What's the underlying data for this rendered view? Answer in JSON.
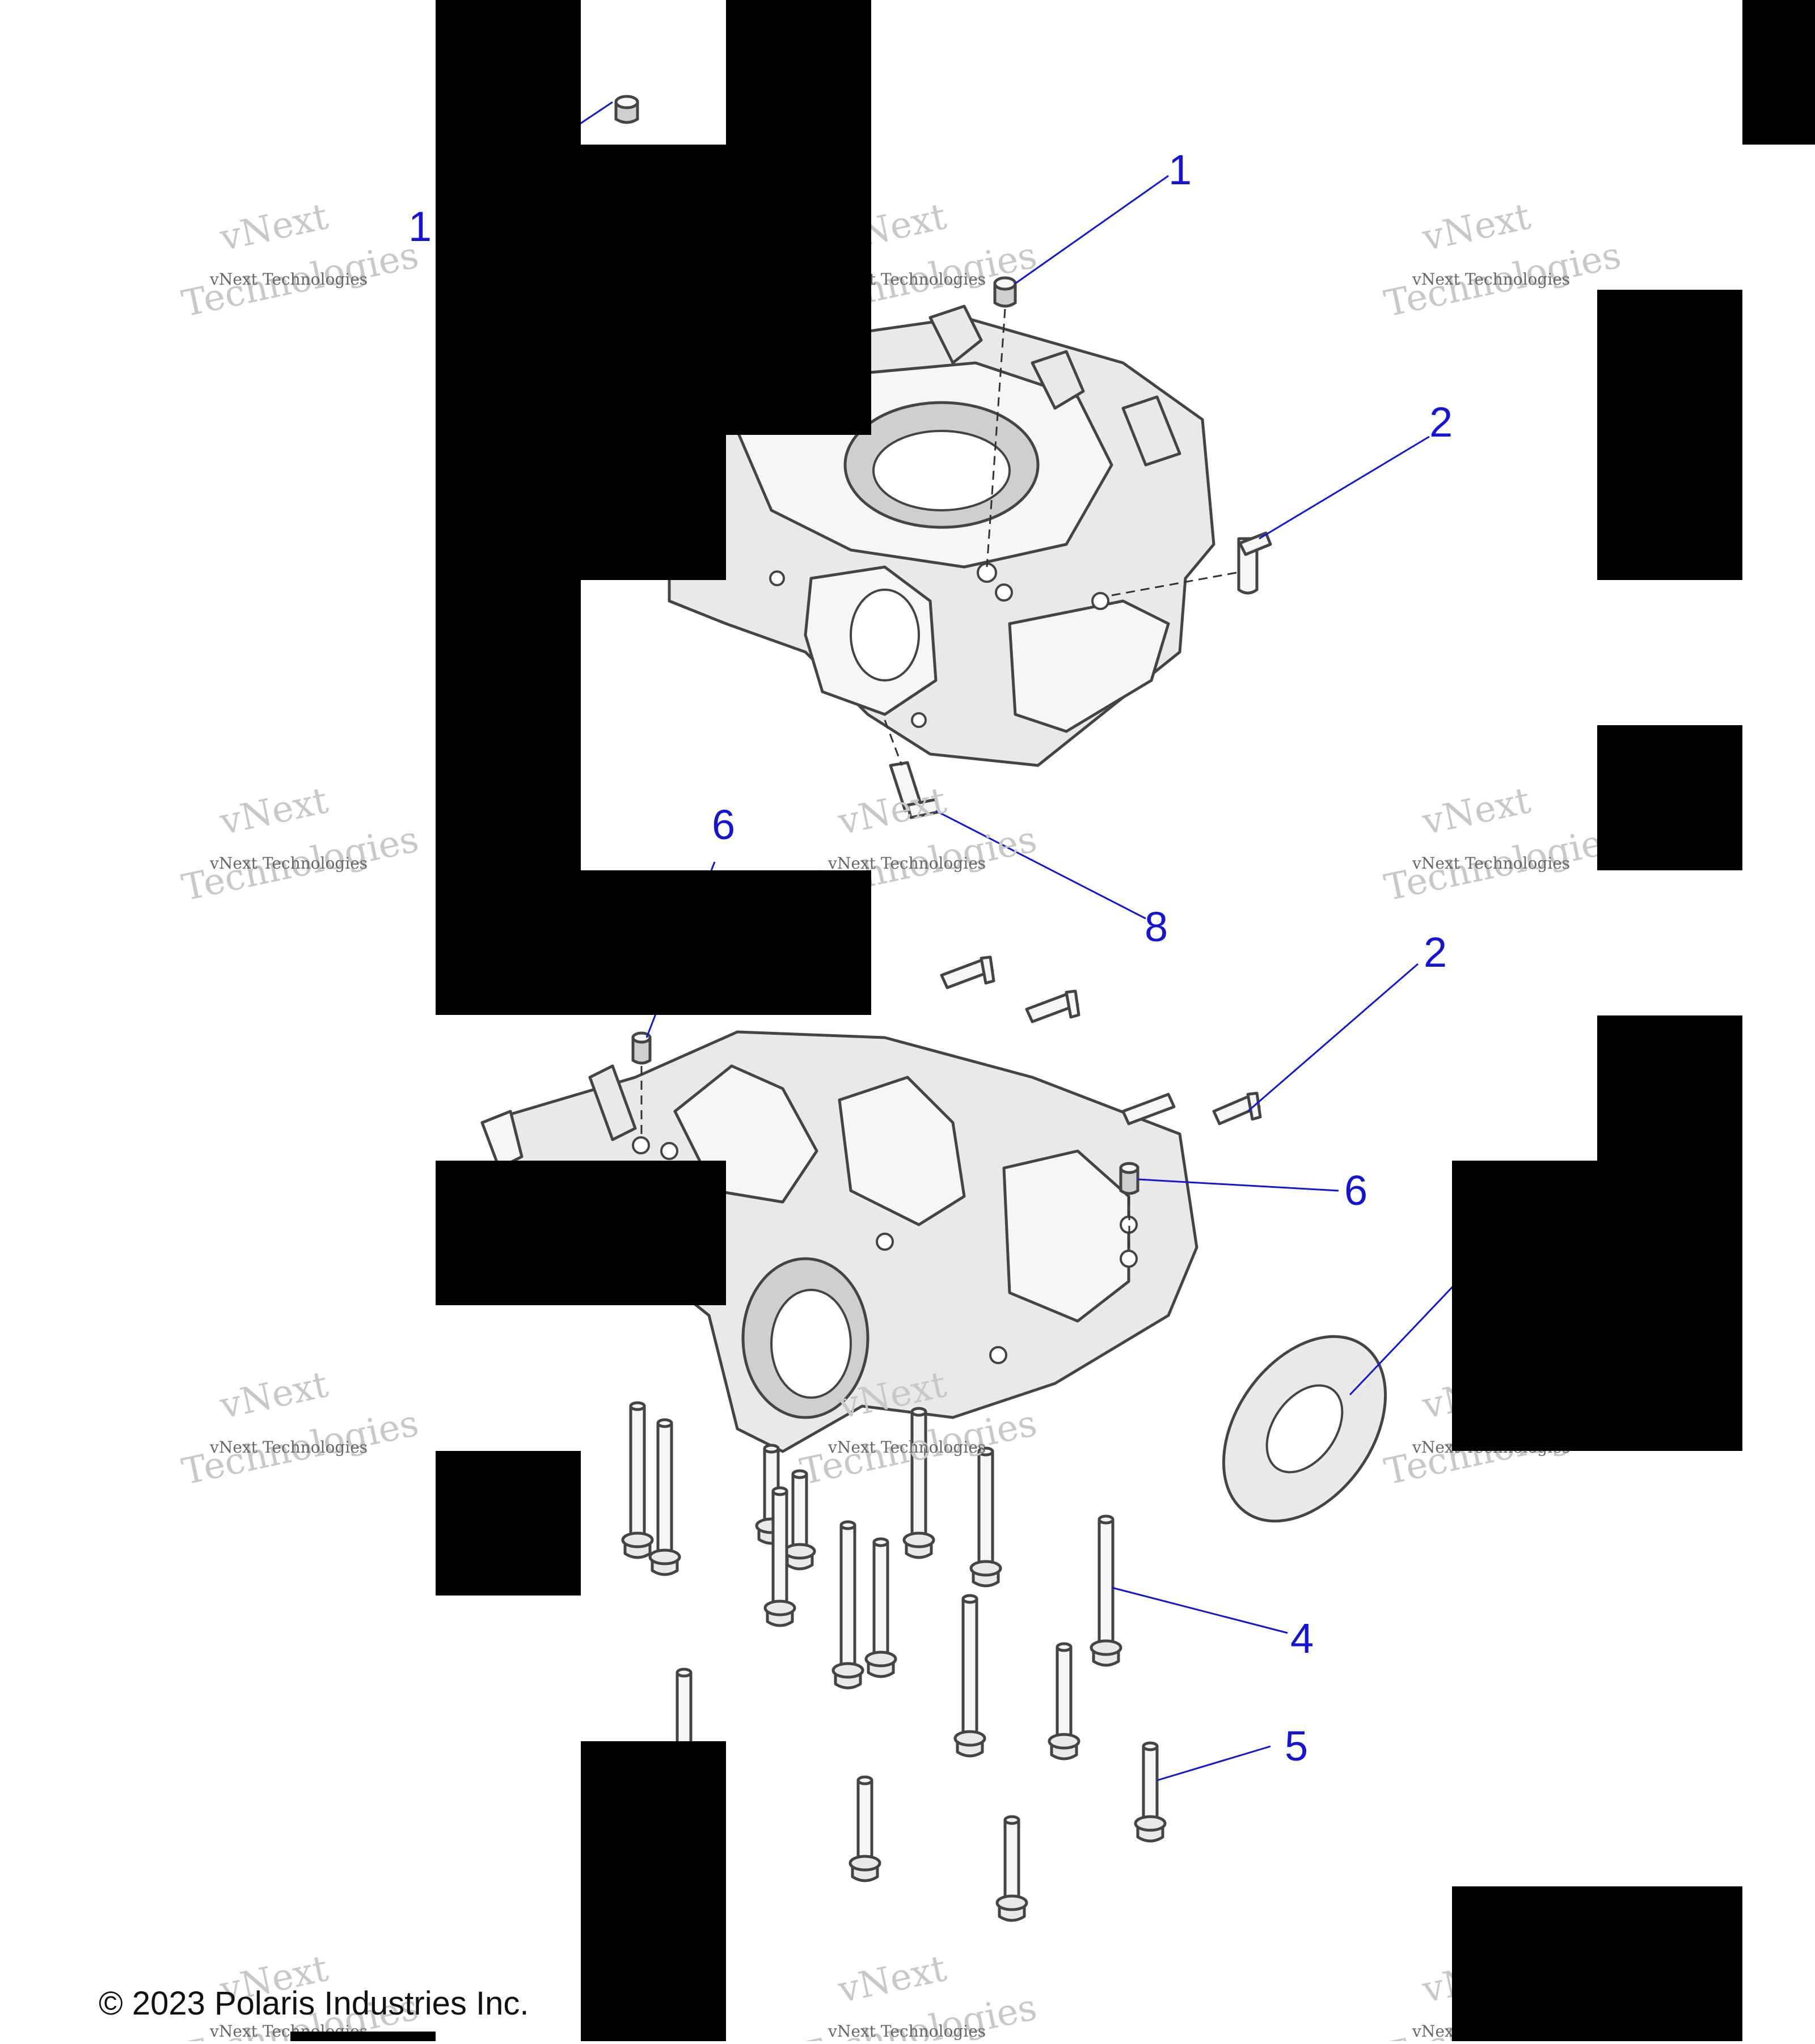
{
  "callouts": {
    "c1a": "1",
    "c1b": "1",
    "c2a": "2",
    "c2b": "2",
    "c4": "4",
    "c5": "5",
    "c6a": "6",
    "c6b": "6",
    "c8": "8"
  },
  "watermark": {
    "line1": "vNext",
    "line2": "vNext Technologies",
    "line3": "Technologies"
  },
  "footer": {
    "copyright": "© 2023 Polaris Industries Inc."
  },
  "colors": {
    "callout": "#1414d8",
    "redaction": "#000000"
  }
}
